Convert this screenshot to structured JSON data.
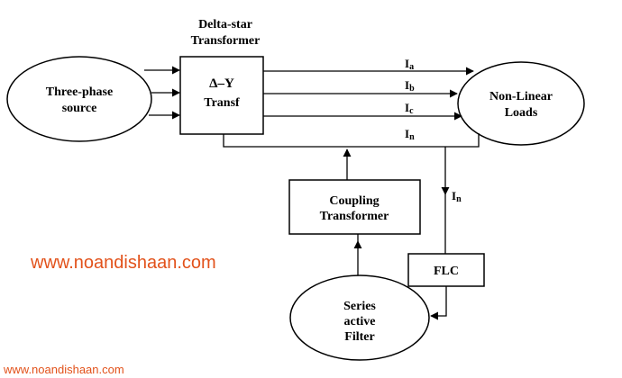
{
  "diagram": {
    "title_line1": "Delta-star",
    "title_line2": "Transformer",
    "source_line1": "Three-phase",
    "source_line2": "source",
    "transformer_symbol": "Δ–Y",
    "transformer_label": "Transf",
    "load_line1": "Non-Linear",
    "load_line2": "Loads",
    "current_a": "I",
    "current_a_sub": "a",
    "current_b": "I",
    "current_b_sub": "b",
    "current_c": "I",
    "current_c_sub": "c",
    "current_n": "I",
    "current_n_sub": "n",
    "current_n2": "I",
    "current_n2_sub": "n",
    "coupling_line1": "Coupling",
    "coupling_line2": "Transformer",
    "flc_label": "FLC",
    "filter_line1": "Series",
    "filter_line2": "active",
    "filter_line3": "Filter"
  },
  "watermark": {
    "main": "www.noandishaan.com",
    "footer": "www.noandishaan.com",
    "color": "#e2521b"
  }
}
